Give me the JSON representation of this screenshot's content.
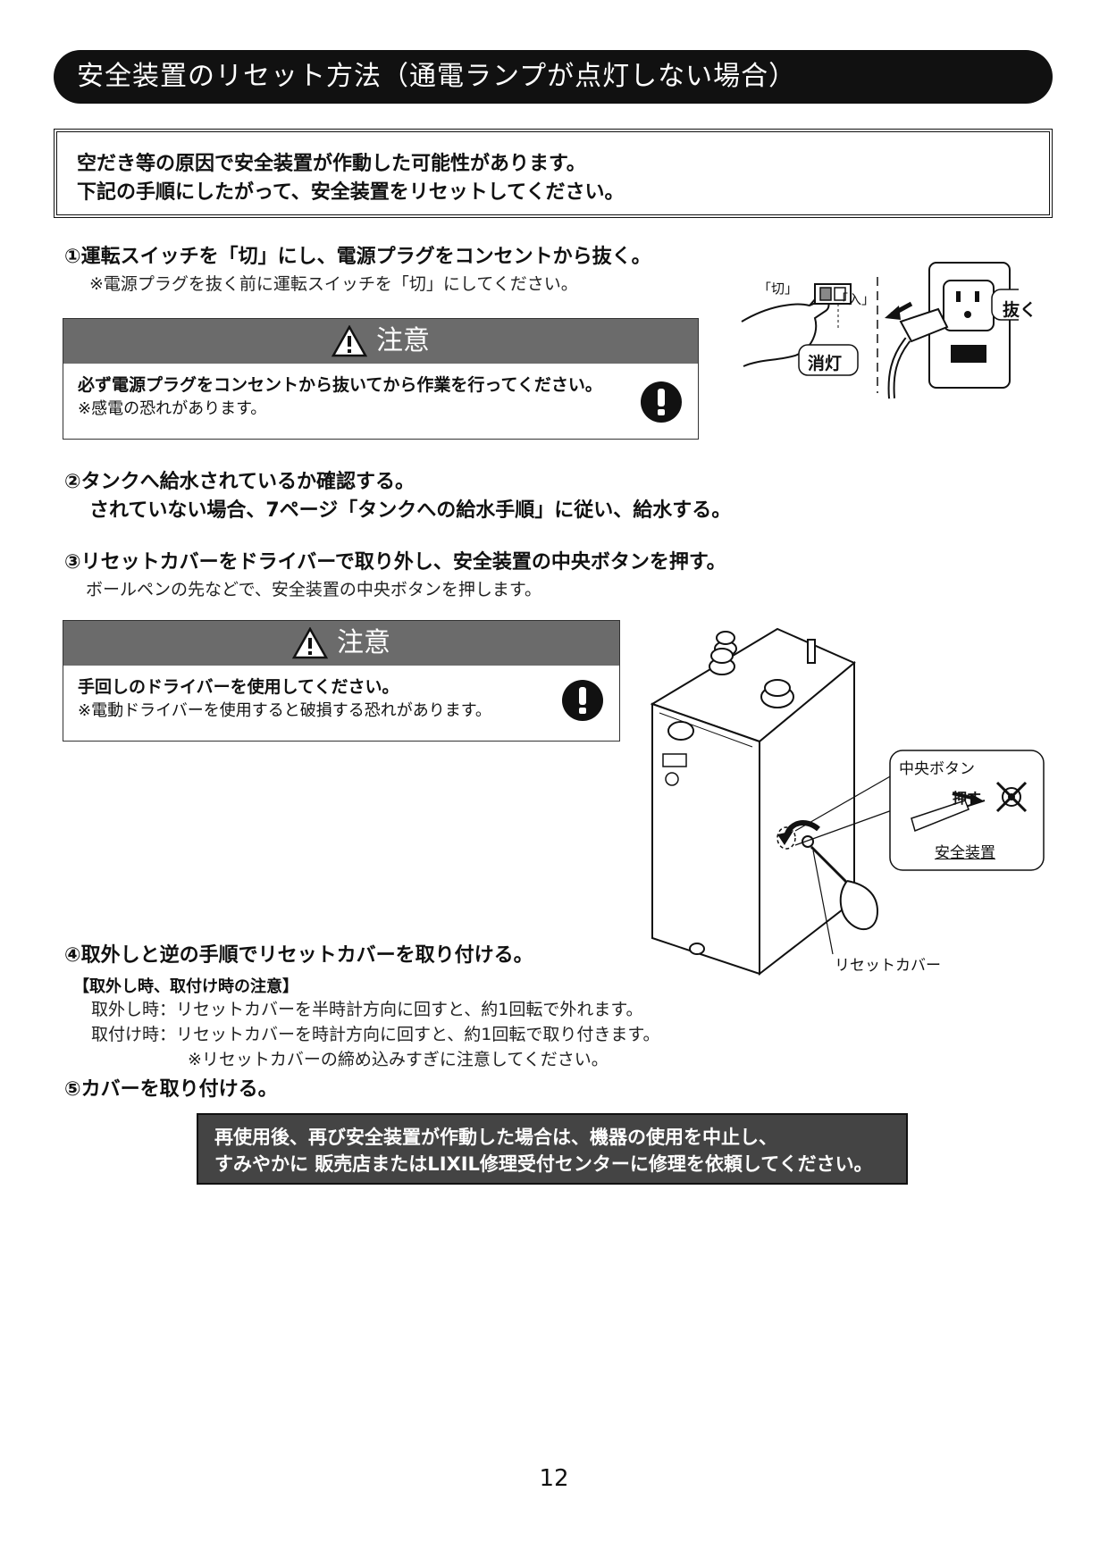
{
  "title": "安全装置のリセット方法（通電ランプが点灯しない場合）",
  "intro": {
    "line1": "空だき等の原因で安全装置が作動した可能性があります。",
    "line2": "下記の手順にしたがって、安全装置をリセットしてください。"
  },
  "step1": {
    "heading": "①運転スイッチを「切」にし、電源プラグをコンセントから抜く。",
    "note": "※電源プラグを抜く前に運転スイッチを「切」にしてください。"
  },
  "caution1": {
    "label": "注意",
    "main": "必ず電源プラグをコンセントから抜いてから作業を行ってください。",
    "sub": "※感電の恐れがあります。"
  },
  "figure1": {
    "off_label": "「切」",
    "on_label": "「入」",
    "lamp_label": "消灯",
    "unplug_label": "抜く"
  },
  "step2": {
    "line1": "②タンクへ給水されているか確認する。",
    "line2": "されていない場合、7ページ「タンクへの給水手順」に従い、給水する。"
  },
  "step3": {
    "heading": "③リセットカバーをドライバーで取り外し、安全装置の中央ボタンを押す。",
    "note": "ボールペンの先などで、安全装置の中央ボタンを押します。"
  },
  "caution2": {
    "label": "注意",
    "main": "手回しのドライバーを使用してください。",
    "sub": "※電動ドライバーを使用すると破損する恐れがあります。"
  },
  "figure2": {
    "center_button_label": "中央ボタン",
    "push_label": "押す",
    "safety_device_label": "安全装置",
    "reset_cover_label": "リセットカバー"
  },
  "step4": {
    "heading": "④取外しと逆の手順でリセットカバーを取り付ける。",
    "caution_title": "【取外し時、取付け時の注意】",
    "remove_term": "取外し時：",
    "remove_text": "リセットカバーを半時計方向に回すと、約1回転で外れます。",
    "attach_term": "取付け時：",
    "attach_text": "リセットカバーを時計方向に回すと、約1回転で取り付きます。",
    "attach_note": "※リセットカバーの締め込みすぎに注意してください。"
  },
  "step5": {
    "heading": "⑤カバーを取り付ける。"
  },
  "final_notice": {
    "line1": "再使用後、再び安全装置が作動した場合は、機器の使用を中止し、",
    "line2": "すみやかに 販売店またはLIXIL修理受付センターに修理を依頼してください。"
  },
  "page_number": "12"
}
